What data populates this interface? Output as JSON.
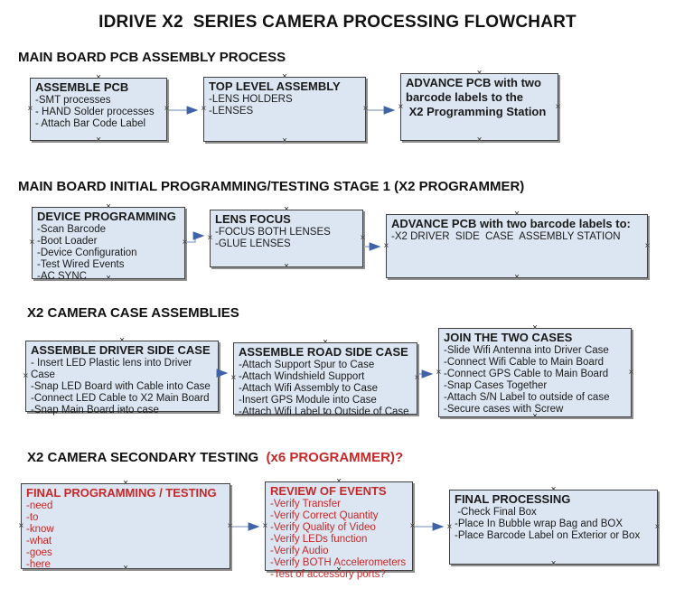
{
  "title": "IDRIVE X2  SERIES CAMERA PROCESSING FLOWCHART",
  "colors": {
    "box_fill": "#dce6f2",
    "box_border": "#3f3f3f",
    "box_shadow": "#8f8f8f",
    "arrow_line": "#9db0cf",
    "arrow_head": "#3f63a8",
    "red_text": "#c62828",
    "black_text": "#1a1a1a"
  },
  "sections": [
    {
      "heading": "MAIN BOARD PCB ASSEMBLY PROCESS",
      "heading_red": "",
      "boxes": [
        {
          "title": "ASSEMBLE PCB",
          "items": [
            "-SMT processes",
            "- HAND Solder processes",
            "- Attach Bar Code Label"
          ]
        },
        {
          "title": "TOP LEVEL ASSEMBLY",
          "items": [
            "-LENS HOLDERS",
            "-LENSES"
          ]
        },
        {
          "title": "",
          "items": [
            "ADVANCE PCB with two",
            "barcode labels to the",
            " X2 Programming Station"
          ]
        }
      ]
    },
    {
      "heading": "MAIN BOARD INITIAL PROGRAMMING/TESTING STAGE 1 (X2 PROGRAMMER)",
      "heading_red": "",
      "boxes": [
        {
          "title": "DEVICE PROGRAMMING",
          "items": [
            "-Scan Barcode",
            "-Boot Loader",
            "-Device Configuration",
            "-Test Wired Events",
            "-AC SYNC"
          ]
        },
        {
          "title": "LENS FOCUS",
          "items": [
            "-FOCUS BOTH LENSES",
            "-GLUE LENSES"
          ]
        },
        {
          "title": "ADVANCE PCB with two barcode labels to:",
          "items": [
            "-X2 DRIVER  SIDE  CASE  ASSEMBLY STATION"
          ]
        }
      ]
    },
    {
      "heading": "X2 CAMERA CASE ASSEMBLIES",
      "heading_red": "",
      "boxes": [
        {
          "title": "ASSEMBLE DRIVER SIDE CASE",
          "items": [
            "- Insert LED Plastic lens into Driver Case",
            "-Snap LED Board with Cable into Case",
            "-Connect LED Cable to X2 Main Board",
            "-Snap Main Board into case"
          ]
        },
        {
          "title": "ASSEMBLE ROAD SIDE CASE",
          "items": [
            "-Attach Support Spur to Case",
            "-Attach Windshield Support",
            "-Attach Wifi Assembly to Case",
            "-Insert GPS Module into Case",
            "-Attach Wifi Label to Outside of Case"
          ]
        },
        {
          "title": "JOIN THE TWO CASES",
          "items": [
            "-Slide Wifi Antenna into Driver Case",
            "-Connect Wifi Cable to Main Board",
            "-Connect GPS Cable to Main Board",
            "-Snap Cases Together",
            "-Attach S/N Label to outside of case",
            "-Secure cases with Screw"
          ]
        }
      ]
    },
    {
      "heading": "X2 CAMERA SECONDARY TESTING  ",
      "heading_red": "(x6 PROGRAMMER)?",
      "boxes": [
        {
          "title": "FINAL PROGRAMMING / TESTING",
          "items": [
            "-need",
            "-to",
            "-know",
            "-what",
            "-goes",
            "-here"
          ]
        },
        {
          "title": "REVIEW OF EVENTS",
          "items": [
            "-Verify Transfer",
            "-Verify Correct Quantity",
            "-Verify Quality of Video",
            "-Verify LEDs function",
            "-Verify Audio",
            "-Verify BOTH Accelerometers",
            "-Test of accessory ports?"
          ]
        },
        {
          "title": "FINAL PROCESSING",
          "items": [
            " -Check Final Box",
            "-Place In Bubble wrap Bag and BOX",
            "-Place Barcode Label on Exterior or Box"
          ]
        }
      ]
    }
  ]
}
